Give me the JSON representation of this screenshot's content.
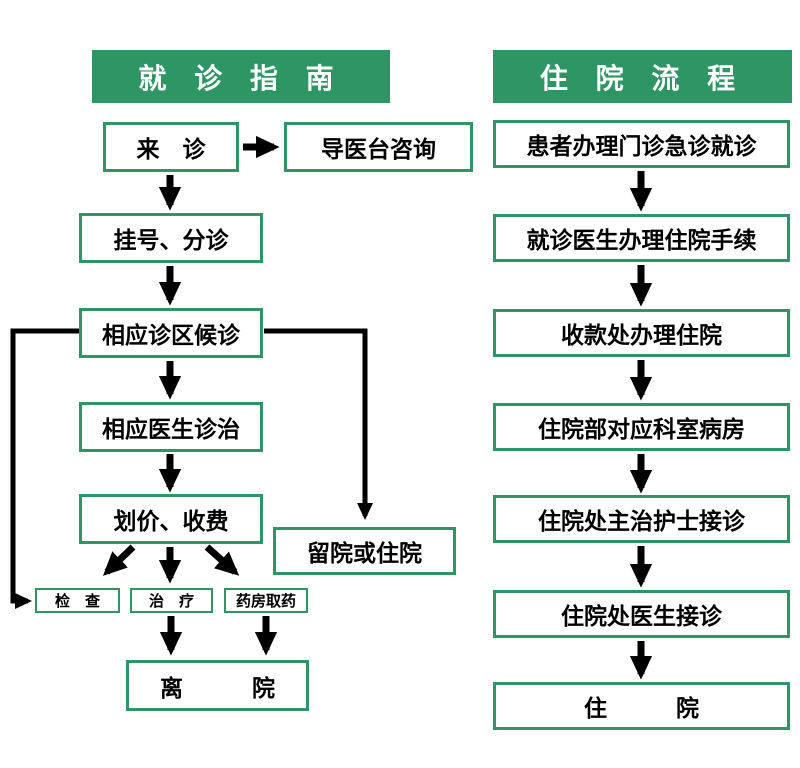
{
  "colors": {
    "accent_green": "#2E9664",
    "arrow_black": "#000000",
    "box_background": "#ffffff",
    "box_text": "#000000",
    "title_text": "#ffffff"
  },
  "left_flow": {
    "title": "就 诊 指 南",
    "nodes": [
      {
        "id": "arrive",
        "label": "来　诊"
      },
      {
        "id": "guide-desk",
        "label": "导医台咨询"
      },
      {
        "id": "register-triage",
        "label": "挂号、分诊"
      },
      {
        "id": "wait-area",
        "label": "相应诊区候诊"
      },
      {
        "id": "doctor-treat",
        "label": "相应医生诊治"
      },
      {
        "id": "pricing-pay",
        "label": "划价、收费"
      },
      {
        "id": "stay-or-admit",
        "label": "留院或住院"
      },
      {
        "id": "exam",
        "label": "检　查"
      },
      {
        "id": "therapy",
        "label": "治　疗"
      },
      {
        "id": "pharmacy",
        "label": "药房取药"
      },
      {
        "id": "leave-hospital",
        "label": "离　　　院"
      }
    ]
  },
  "right_flow": {
    "title": "住 院 流 程",
    "nodes": [
      {
        "id": "outpatient-emergency",
        "label": "患者办理门诊急诊就诊"
      },
      {
        "id": "doctor-admission",
        "label": "就诊医生办理住院手续"
      },
      {
        "id": "cashier-admission",
        "label": "收款处办理住院"
      },
      {
        "id": "inpatient-ward",
        "label": "住院部对应科室病房"
      },
      {
        "id": "nurse-reception",
        "label": "住院处主治护士接诊"
      },
      {
        "id": "doctor-reception",
        "label": "住院处医生接诊"
      },
      {
        "id": "hospitalized",
        "label": "住　　　院"
      }
    ]
  }
}
